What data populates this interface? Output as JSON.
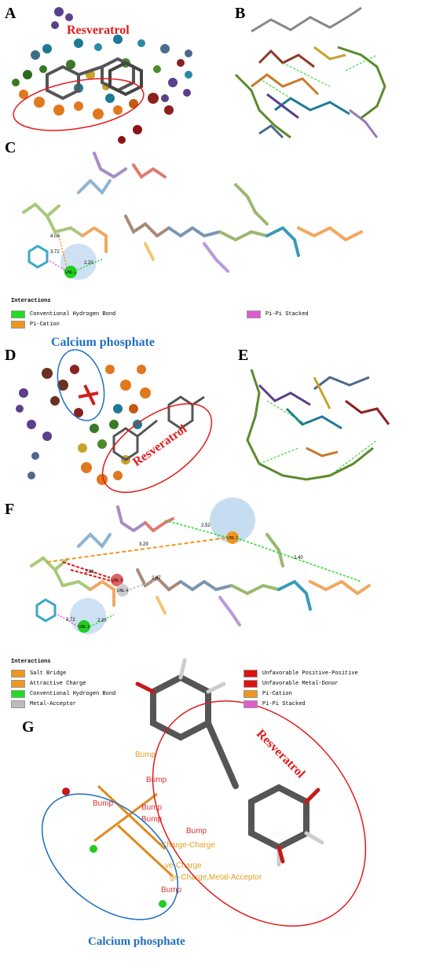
{
  "panels": {
    "A": {
      "letter": "A",
      "label": "Resveratrol"
    },
    "B": {
      "letter": "B"
    },
    "C": {
      "letter": "C",
      "legend_title": "Interactions",
      "legend": [
        {
          "label": "Conventional Hydrogen Bond",
          "color": "#22dd22"
        },
        {
          "label": "Pi-Cation",
          "color": "#f0961e"
        },
        {
          "label": "Pi-Pi Stacked",
          "color": "#e05ccc"
        }
      ],
      "distances": [
        "4.08",
        "3.72",
        "2.20"
      ],
      "unl": "UNL 1"
    },
    "D": {
      "letter": "D",
      "label_calcium": "Calcium phosphate",
      "label_resveratrol": "Resveratrol"
    },
    "E": {
      "letter": "E"
    },
    "F": {
      "letter": "F",
      "legend_title": "Interactions",
      "legend_left": [
        {
          "label": "Salt Bridge",
          "color": "#f0961e"
        },
        {
          "label": "Attractive Charge",
          "color": "#f0961e"
        },
        {
          "label": "Conventional Hydrogen Bond",
          "color": "#22dd22"
        },
        {
          "label": "Metal-Acceptor",
          "color": "#bbbbbb"
        }
      ],
      "legend_right": [
        {
          "label": "Unfavorable Positive-Positive",
          "color": "#e01010"
        },
        {
          "label": "Unfavorable Metal-Donor",
          "color": "#e01010"
        },
        {
          "label": "Pi-Cation",
          "color": "#f0961e"
        },
        {
          "label": "Pi-Pi Stacked",
          "color": "#e05ccc"
        }
      ],
      "distances": [
        "2.52",
        "3.29",
        "2.40",
        "2.86",
        "3.72",
        "2.20",
        "2.67"
      ],
      "unl_labels": [
        "UNL 1",
        "UNL 3",
        "UNL 4",
        "UNL 1"
      ]
    },
    "G": {
      "letter": "G",
      "label_resveratrol": "Resveratrol",
      "label_calcium": "Calcium phosphate",
      "annotations": [
        "Bump",
        "Bump",
        "Bump",
        "Bump",
        "Bump",
        "Bump",
        "Bump",
        "Charge-Charge",
        "ve-Charge",
        "ge-Charge,Metal-Acceptor"
      ]
    }
  },
  "colors": {
    "red_label": "#e41a1a",
    "blue_label": "#1f6fbf",
    "ellipse_red": "#e41a1a",
    "ellipse_blue": "#1f6fbf"
  }
}
